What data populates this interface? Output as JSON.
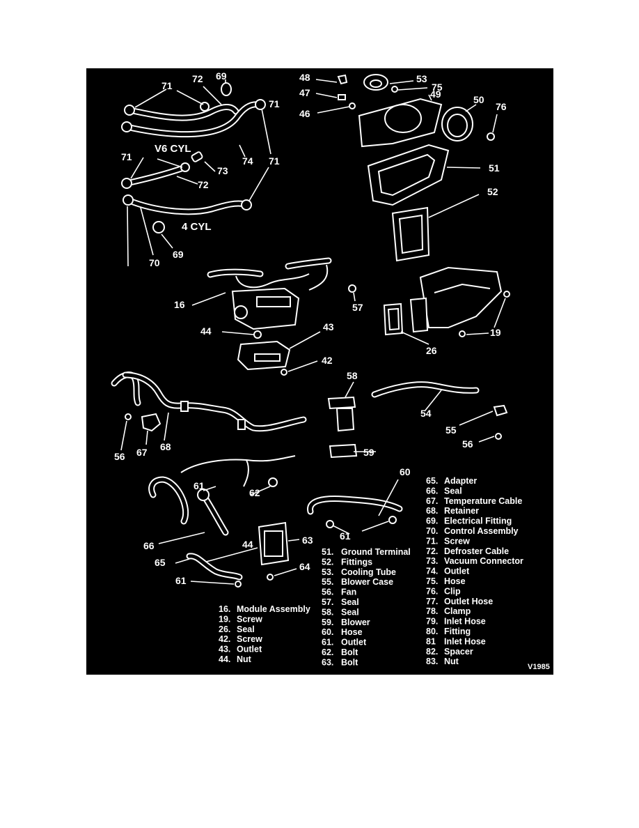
{
  "figure_code": "V1985",
  "engine_labels": {
    "v6": "V6 CYL",
    "four": "4 CYL"
  },
  "callouts": [
    "71",
    "72",
    "69",
    "71",
    "74",
    "71",
    "73",
    "72",
    "71",
    "70",
    "69",
    "48",
    "47",
    "46",
    "53",
    "75",
    "49",
    "50",
    "76",
    "51",
    "52",
    "16",
    "57",
    "44",
    "43",
    "42",
    "19",
    "26",
    "58",
    "54",
    "55",
    "56",
    "56",
    "67",
    "68",
    "59",
    "60",
    "61",
    "62",
    "61",
    "66",
    "44",
    "63",
    "65",
    "64",
    "61"
  ],
  "legend": {
    "col1": [
      {
        "num": "16.",
        "name": "Module Assembly"
      },
      {
        "num": "19.",
        "name": "Screw"
      },
      {
        "num": "26.",
        "name": "Seal"
      },
      {
        "num": "42.",
        "name": "Screw"
      },
      {
        "num": "43.",
        "name": "Outlet"
      },
      {
        "num": "44.",
        "name": "Nut"
      }
    ],
    "col2": [
      {
        "num": "51.",
        "name": "Ground Terminal"
      },
      {
        "num": "52.",
        "name": "Fittings"
      },
      {
        "num": "53.",
        "name": "Cooling Tube"
      },
      {
        "num": "55.",
        "name": "Blower Case"
      },
      {
        "num": "56.",
        "name": "Fan"
      },
      {
        "num": "57.",
        "name": "Seal"
      },
      {
        "num": "58.",
        "name": "Seal"
      },
      {
        "num": "59.",
        "name": "Blower"
      },
      {
        "num": "60.",
        "name": "Hose"
      },
      {
        "num": "61.",
        "name": "Outlet"
      },
      {
        "num": "62.",
        "name": "Bolt"
      },
      {
        "num": "63.",
        "name": "Bolt"
      }
    ],
    "col3": [
      {
        "num": "65.",
        "name": "Adapter"
      },
      {
        "num": "66.",
        "name": "Seal"
      },
      {
        "num": "67.",
        "name": "Temperature Cable"
      },
      {
        "num": "68.",
        "name": "Retainer"
      },
      {
        "num": "69.",
        "name": "Electrical Fitting"
      },
      {
        "num": "70.",
        "name": "Control Assembly"
      },
      {
        "num": "71.",
        "name": "Screw"
      },
      {
        "num": "72.",
        "name": "Defroster Cable"
      },
      {
        "num": "73.",
        "name": "Vacuum Connector"
      },
      {
        "num": "74.",
        "name": "Outlet"
      },
      {
        "num": "75.",
        "name": "Hose"
      },
      {
        "num": "76.",
        "name": "Clip"
      },
      {
        "num": "77.",
        "name": "Outlet Hose"
      },
      {
        "num": "78.",
        "name": "Clamp"
      },
      {
        "num": "79.",
        "name": "Inlet Hose"
      },
      {
        "num": "80.",
        "name": "Fitting"
      },
      {
        "num": "81",
        "name": "Inlet Hose"
      },
      {
        "num": "82.",
        "name": "Spacer"
      },
      {
        "num": "83.",
        "name": "Nut"
      }
    ]
  }
}
